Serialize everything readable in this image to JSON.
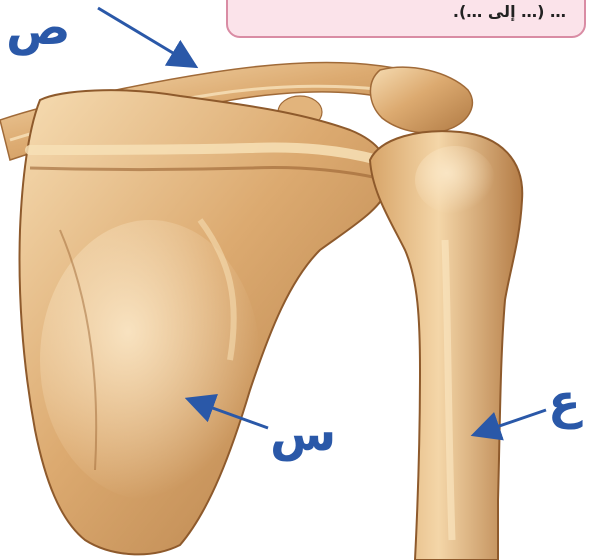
{
  "callout": {
    "text": "… (… إلى …)."
  },
  "labels": {
    "clavicle_label": "ص",
    "scapula_label": "س",
    "humerus_label": "ع"
  },
  "colors": {
    "label_blue": "#2a58a8",
    "bone_light": "#f2d2a4",
    "bone_mid": "#d9a56c",
    "bone_dark": "#a8703c",
    "callout_fill": "#fbe3ea",
    "callout_border": "#d98ca4"
  }
}
